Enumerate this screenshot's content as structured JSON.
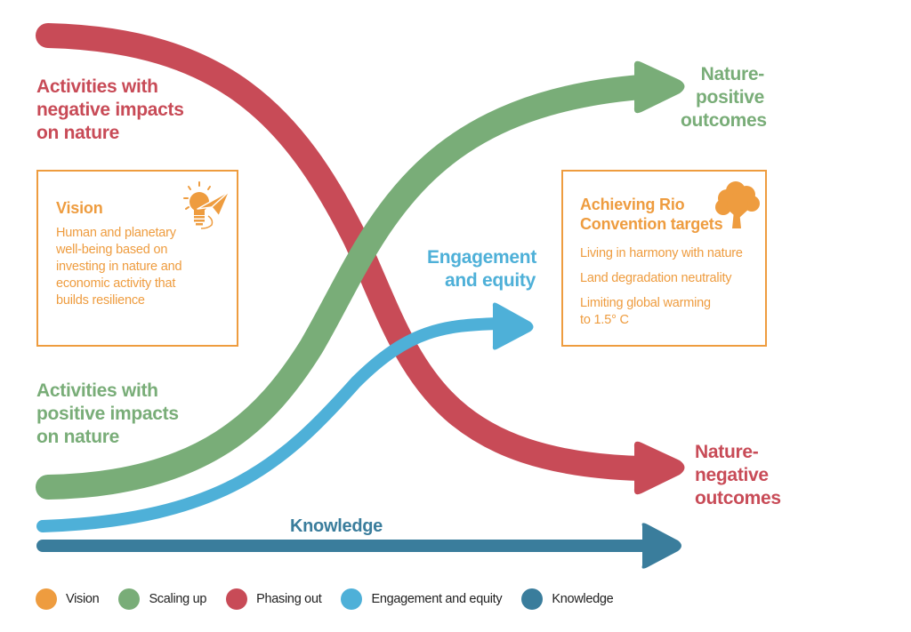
{
  "colors": {
    "vision": "#ee9c3f",
    "scaling_up": "#79ad78",
    "phasing_out": "#c84b57",
    "engagement": "#4eb0d8",
    "knowledge": "#3a7d9c"
  },
  "labels": {
    "negative_activities": [
      "Activities with",
      "negative impacts",
      "on nature"
    ],
    "positive_activities": [
      "Activities with",
      "positive impacts",
      "on nature"
    ],
    "nature_positive": [
      "Nature-",
      "positive",
      "outcomes"
    ],
    "nature_negative": [
      "Nature-",
      "negative",
      "outcomes"
    ],
    "engagement": [
      "Engagement",
      "and equity"
    ],
    "knowledge": "Knowledge"
  },
  "vision_box": {
    "title": "Vision",
    "icon": "lightbulb-paper-plane-icon",
    "text": [
      "Human and planetary",
      "well-being based on",
      "investing in nature and",
      "economic activity that",
      "builds resilience"
    ]
  },
  "targets_box": {
    "title": [
      "Achieving Rio",
      "Convention targets"
    ],
    "icon": "tree-icon",
    "items": [
      "Living in harmony with nature",
      "Land degradation neutrality",
      "Limiting global warming",
      "to 1.5° C"
    ]
  },
  "legend": [
    {
      "label": "Vision",
      "key": "vision"
    },
    {
      "label": "Scaling up",
      "key": "scaling_up"
    },
    {
      "label": "Phasing out",
      "key": "phasing_out"
    },
    {
      "label": "Engagement and equity",
      "key": "engagement"
    },
    {
      "label": "Knowledge",
      "key": "knowledge"
    }
  ]
}
